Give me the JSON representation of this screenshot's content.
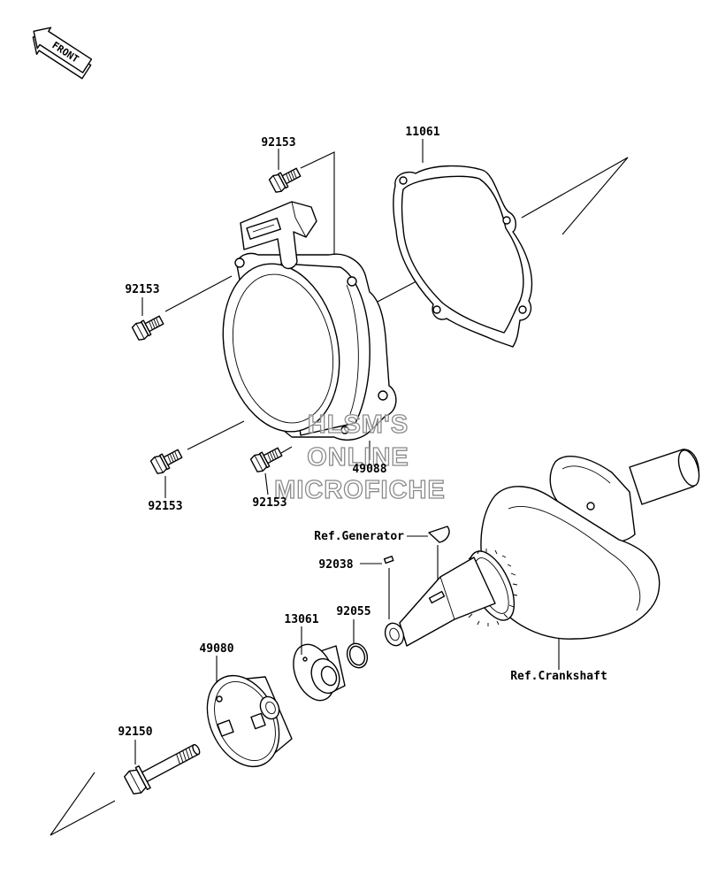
{
  "front_arrow": {
    "label": "FRONT"
  },
  "labels": {
    "p92153_top": "92153",
    "p11061": "11061",
    "p92153_left": "92153",
    "p49088": "49088",
    "p92153_lower_left": "92153",
    "p92153_lower_mid": "92153",
    "ref_generator": "Ref.Generator",
    "p92038": "92038",
    "p92055": "92055",
    "p13061": "13061",
    "p49080": "49080",
    "ref_crankshaft": "Ref.Crankshaft",
    "p92150": "92150"
  },
  "watermark": {
    "line1": "HLSM'S",
    "line2": "ONLINE",
    "line3": "MICROFICHE"
  }
}
